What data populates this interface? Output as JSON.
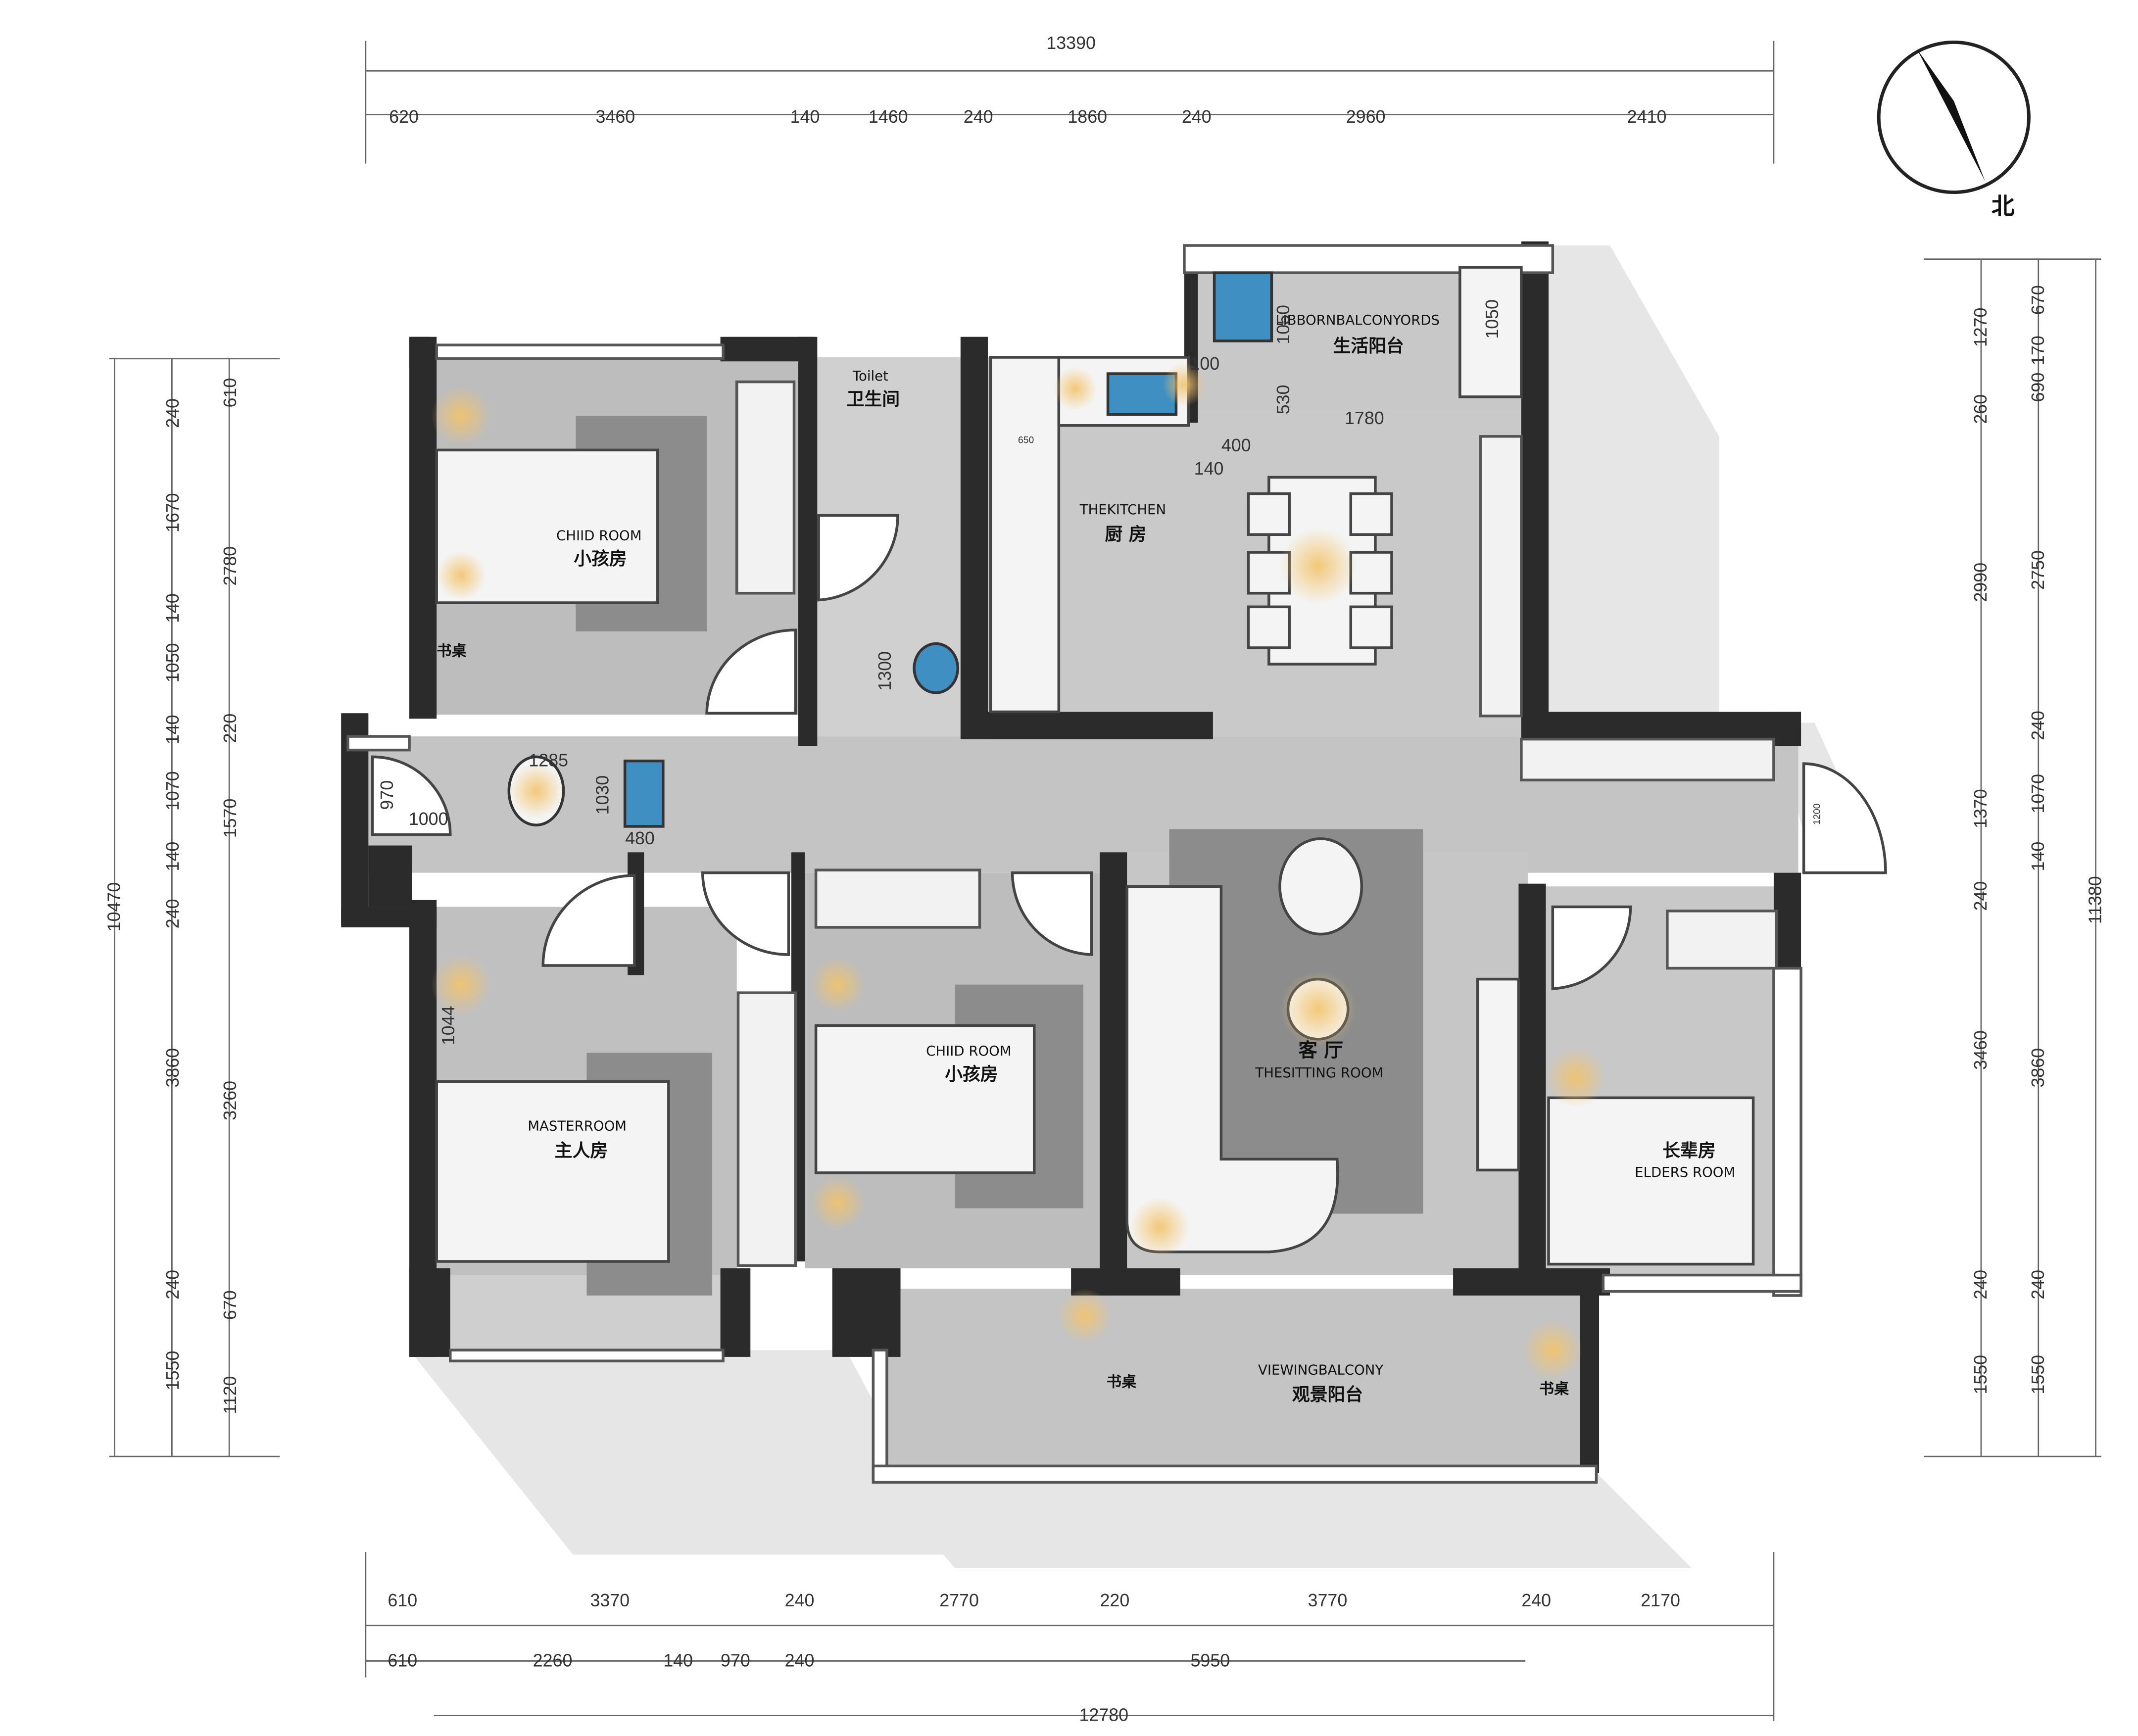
{
  "compass": {
    "north_label": "北"
  },
  "rooms": {
    "child_room_1": {
      "en": "CHIID ROOM",
      "cn": "小孩房"
    },
    "toilet": {
      "en": "Toilet",
      "cn": "卫生间"
    },
    "kitchen": {
      "en": "THEKITCHEN",
      "cn": "厨 房"
    },
    "living_balcony": {
      "en": "LIBBORNBALCONYORDS",
      "cn": "生活阳台"
    },
    "child_room_2": {
      "en": "CHIID ROOM",
      "cn": "小孩房"
    },
    "living_room": {
      "en": "THESITTING ROOM",
      "cn": "客 厅"
    },
    "master_room": {
      "en": "MASTERROOM",
      "cn": "主人房"
    },
    "elders_room": {
      "en": "ELDERS ROOM",
      "cn": "长辈房"
    },
    "viewing_balcony": {
      "en": "VIEWINGBALCONY",
      "cn": "观景阳台"
    },
    "desk_1": {
      "cn": "书桌"
    },
    "desk_2": {
      "cn": "书桌"
    },
    "desk_3": {
      "cn": "书桌"
    }
  },
  "dimensions": {
    "top_total": "13390",
    "top": [
      "620",
      "3460",
      "140",
      "1460",
      "240",
      "1860",
      "240",
      "2960",
      "2410"
    ],
    "bottom_1": [
      "610",
      "3370",
      "240",
      "2770",
      "220",
      "3770",
      "240",
      "2170"
    ],
    "bottom_2": [
      "610",
      "2260",
      "140",
      "970",
      "240",
      "5950"
    ],
    "bottom_total": "12780",
    "left_total": "10470",
    "left_outer": [
      "240",
      "1670",
      "140",
      "1050",
      "140",
      "1070",
      "140",
      "240",
      "3860",
      "240",
      "1550"
    ],
    "left_inner": [
      "610",
      "2780",
      "220",
      "1570",
      "3260",
      "670",
      "1120"
    ],
    "right_total": "11380",
    "right_inner": [
      "1270",
      "260",
      "2990",
      "1370",
      "240",
      "3460",
      "240",
      "1550"
    ],
    "right_outer_top": [
      "670",
      "170",
      "690"
    ],
    "right_outer": [
      "2750",
      "240",
      "1070",
      "140",
      "3860",
      "240",
      "1550"
    ],
    "internal": [
      "1050",
      "1050",
      "100",
      "530",
      "1780",
      "400",
      "140",
      "650",
      "1300",
      "1285",
      "970",
      "1000",
      "1030",
      "480",
      "1044",
      "1200"
    ]
  },
  "colors": {
    "wall": "#2b2b2b",
    "floor": "#bdbdbd",
    "floor_light": "#d6d6d6",
    "rug": "#8c8c8c",
    "accent_light": "#f3c36b",
    "glass": "#3f8fc2"
  }
}
